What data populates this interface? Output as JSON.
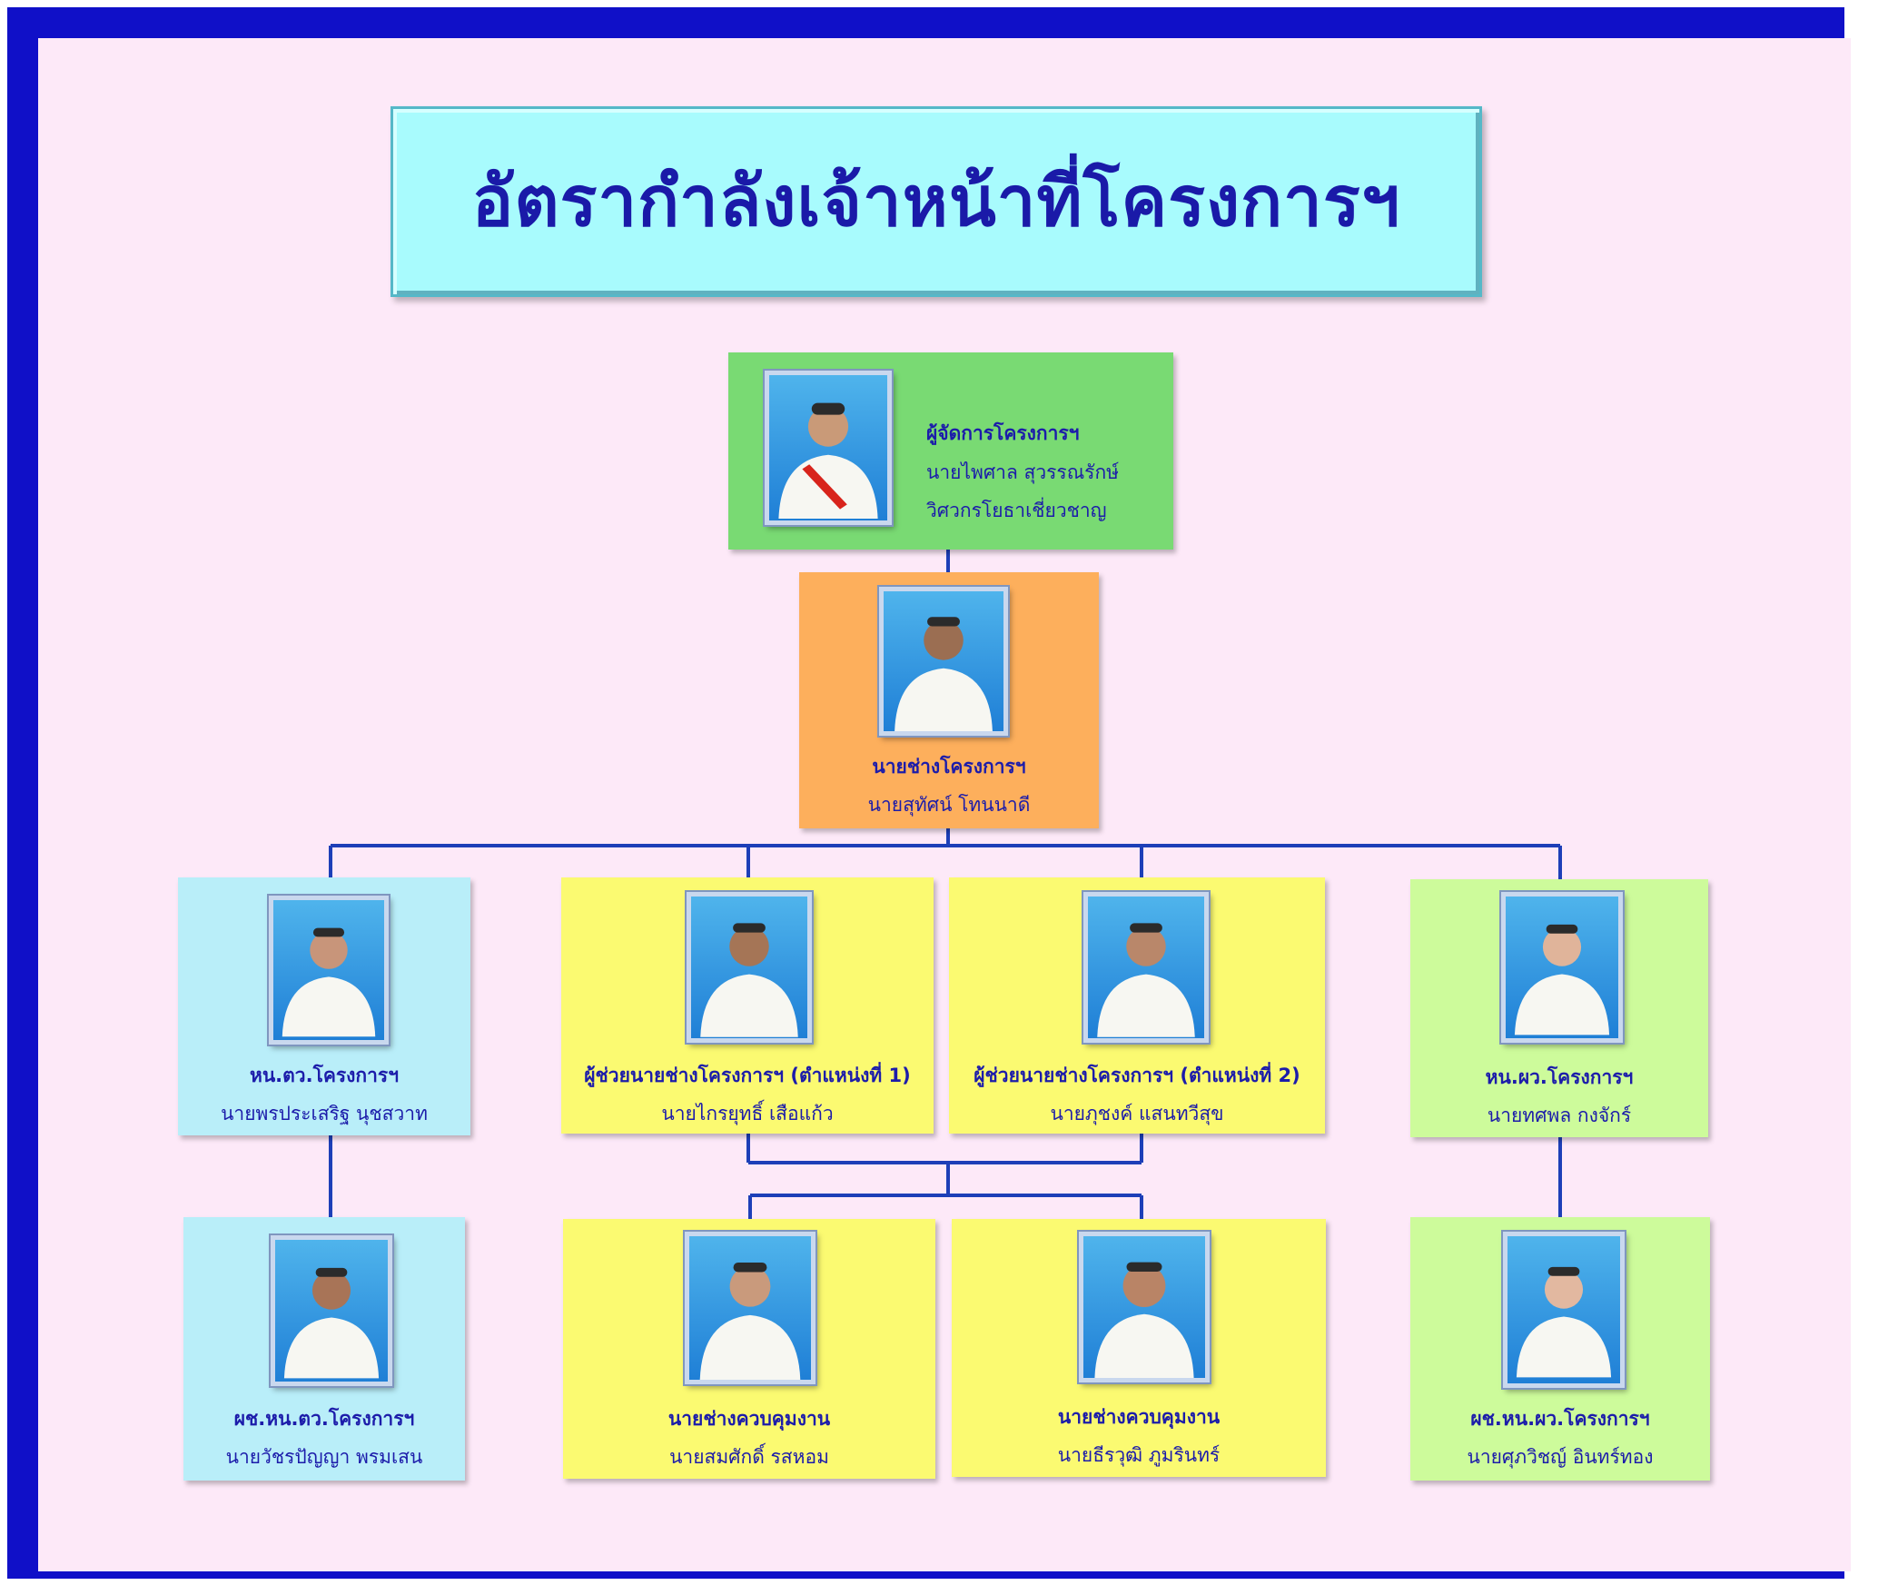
{
  "title": "อัตรากำลังเจ้าหน้าที่โครงการฯ",
  "colors": {
    "frame": "#1010c8",
    "background": "#fde9f8",
    "title_box": "#a8fbfd",
    "title_text": "#1a1aa8",
    "manager_card": "#79da73",
    "engineer_card": "#fdaf5c",
    "blue_card": "#b9eef9",
    "yellow_card": "#fbfa71",
    "green_card": "#cdfb9b",
    "connector": "#1d3fb8",
    "text": "#1c1caa"
  },
  "nodes": {
    "manager": {
      "position": "ผู้จัดการโครงการฯ",
      "name": "นายไพศาล   สุวรรณรักษ์",
      "rank": "วิศวกรโยธาเชี่ยวชาญ",
      "photo": "portrait-icon"
    },
    "project_engineer": {
      "position": "นายช่างโครงการฯ",
      "name": "นายสุทัศน์   โทนนาดี",
      "photo": "portrait-icon"
    },
    "maintenance_head": {
      "position": "หน.ตว.โครงการฯ",
      "name": "นายพรประเสริฐ   นุชสวาท",
      "photo": "portrait-icon"
    },
    "assistant_1": {
      "position": "ผู้ช่วยนายช่างโครงการฯ (ตำแหน่งที่ 1)",
      "name": "นายไกรยุทธิ์   เสือแก้ว",
      "photo": "portrait-icon"
    },
    "assistant_2": {
      "position": "ผู้ช่วยนายช่างโครงการฯ (ตำแหน่งที่ 2)",
      "name": "นายภุชงค์   แสนทวีสุข",
      "photo": "portrait-icon"
    },
    "water_head": {
      "position": "หน.ผว.โครงการฯ",
      "name": "นายทศพล   กงจักร์",
      "photo": "portrait-icon"
    },
    "maintenance_assistant": {
      "position": "ผช.หน.ตว.โครงการฯ",
      "name": "นายวัชรปัญญา   พรมเสน",
      "photo": "portrait-icon"
    },
    "supervisor_1": {
      "position": "นายช่างควบคุมงาน",
      "name": "นายสมศักดิ์   รสหอม",
      "photo": "portrait-icon"
    },
    "supervisor_2": {
      "position": "นายช่างควบคุมงาน",
      "name": "นายธีรวุฒิ   ภูมรินทร์",
      "photo": "portrait-icon"
    },
    "water_assistant": {
      "position": "ผช.หน.ผว.โครงการฯ",
      "name": "นายศุภวิชญ์   อินทร์ทอง",
      "photo": "portrait-icon"
    }
  }
}
